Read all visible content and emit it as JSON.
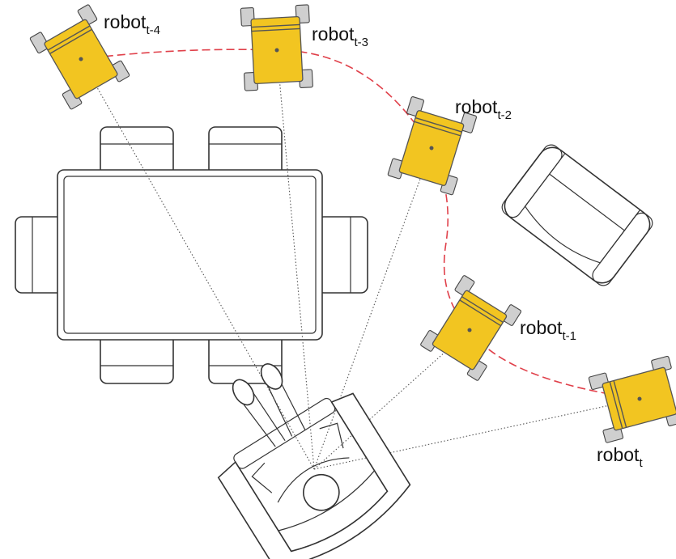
{
  "robots": [
    {
      "label": "robot",
      "subscript": "t-4"
    },
    {
      "label": "robot",
      "subscript": "t-3"
    },
    {
      "label": "robot",
      "subscript": "t-2"
    },
    {
      "label": "robot",
      "subscript": "t-1"
    },
    {
      "label": "robot",
      "subscript": "t"
    }
  ],
  "colors": {
    "robot_body": "#f2c521",
    "trajectory": "#e0404a",
    "line_of_sight": "#555555"
  }
}
